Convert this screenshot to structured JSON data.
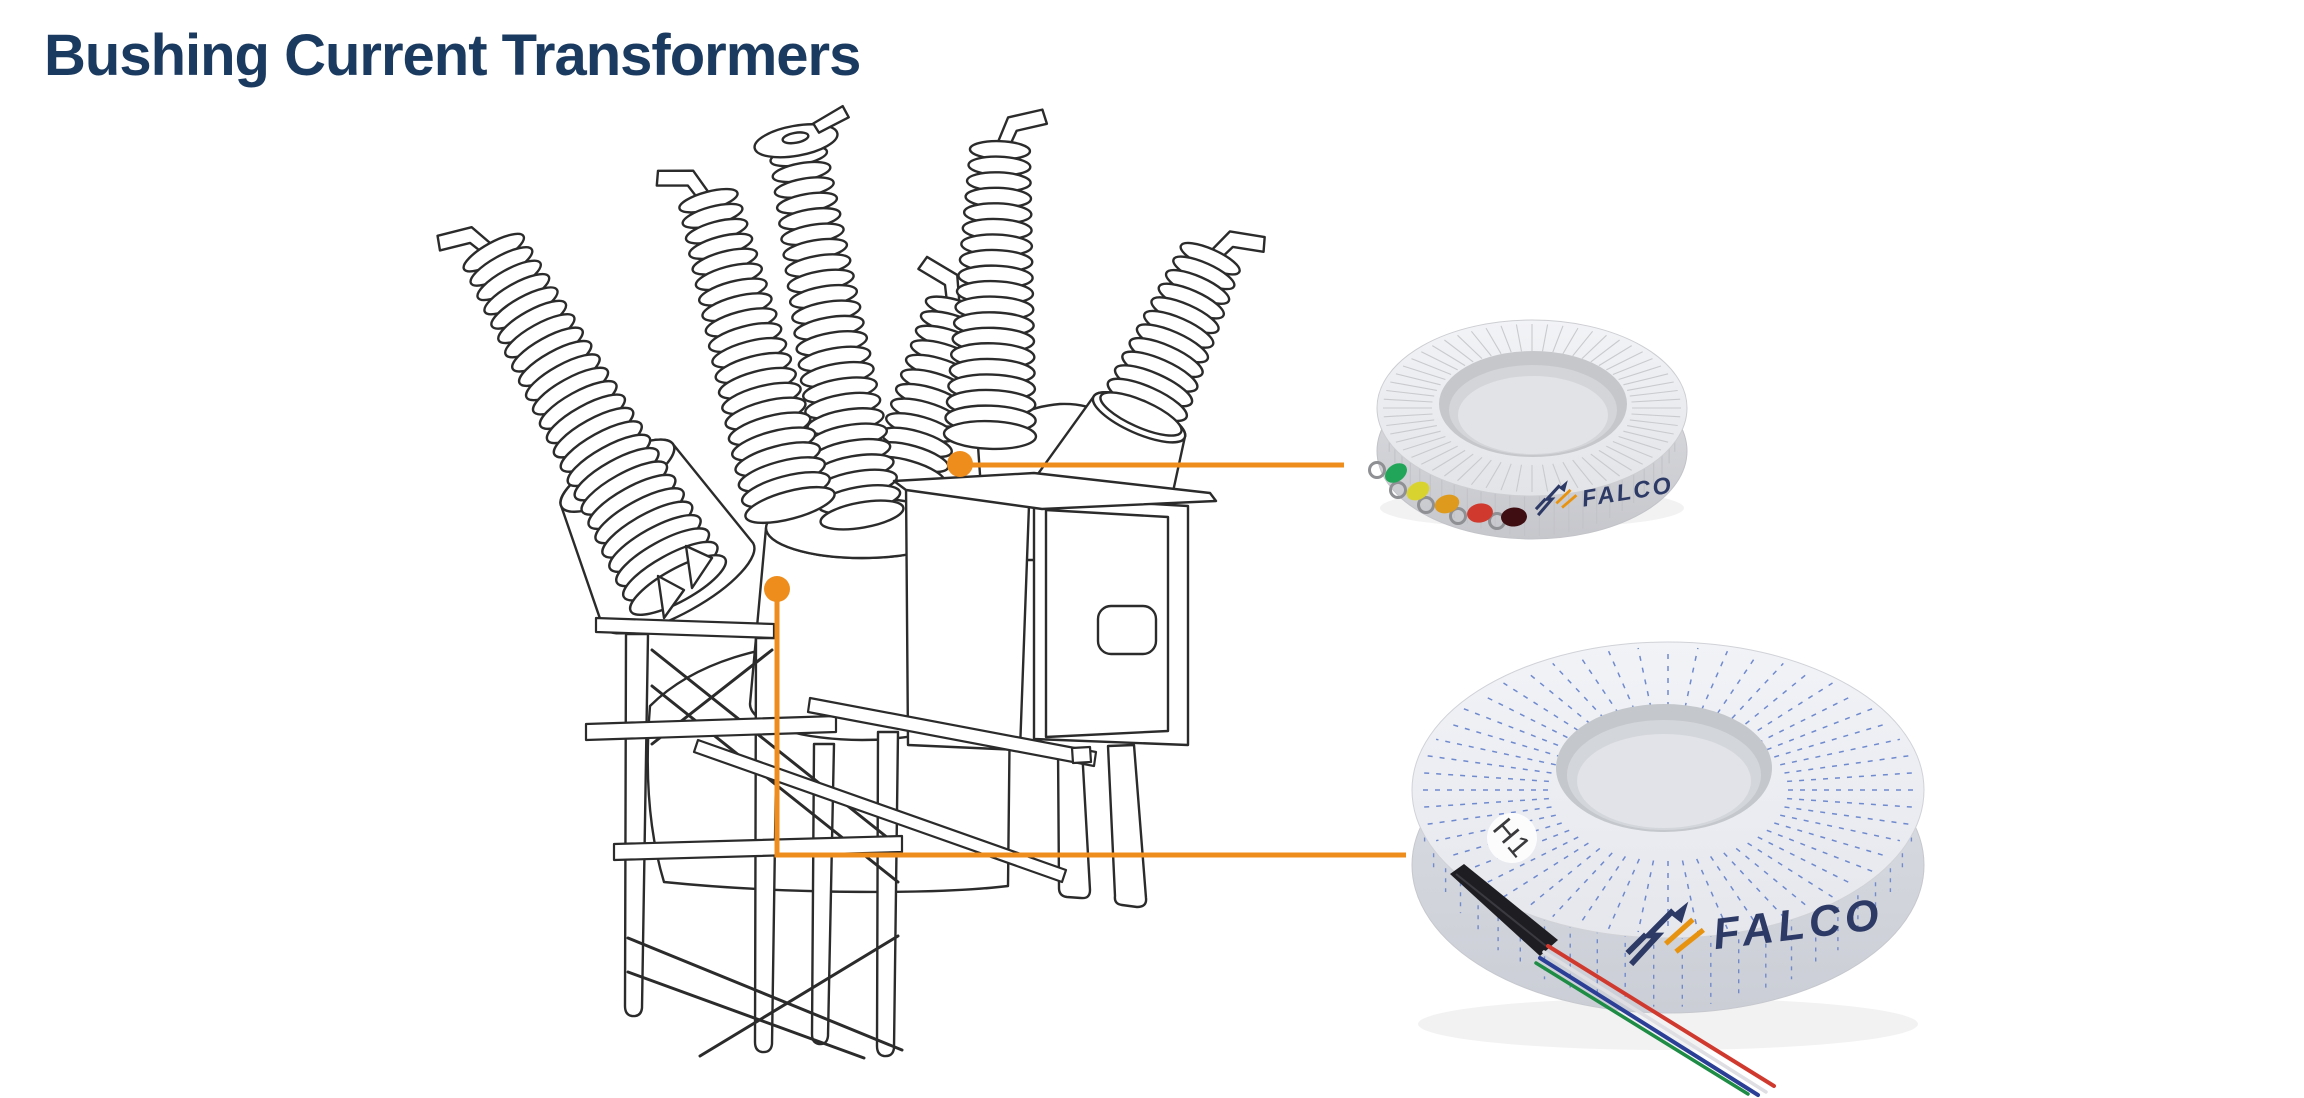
{
  "header": {
    "title": "Bushing Current Transformers"
  },
  "colors": {
    "background": "#FFFFFF",
    "title_text": "#1B3A5F",
    "callout_accent": "#EF8D1C",
    "line_art_stroke": "#2B2B2B",
    "brand_navy": "#2D3A66",
    "brand_orange": "#E8930F",
    "tape_blue_dash": "#5B79C8"
  },
  "callouts": {
    "upper": {
      "marker": "dot",
      "links_to": "small-bushing-ct"
    },
    "lower": {
      "marker": "dot",
      "links_to": "large-bushing-ct"
    }
  },
  "products": {
    "small_ct": {
      "brand": "FALCO",
      "lead_dot_colors": [
        "#21A659",
        "#D9D32F",
        "#DD9A1C",
        "#D03A2E",
        "#3E0E12"
      ]
    },
    "large_ct": {
      "brand": "FALCO",
      "terminal_label": "H1",
      "wire_colors": [
        "#D03A2E",
        "#DEDEE3",
        "#2B3F96",
        "#1E8C45"
      ]
    }
  }
}
